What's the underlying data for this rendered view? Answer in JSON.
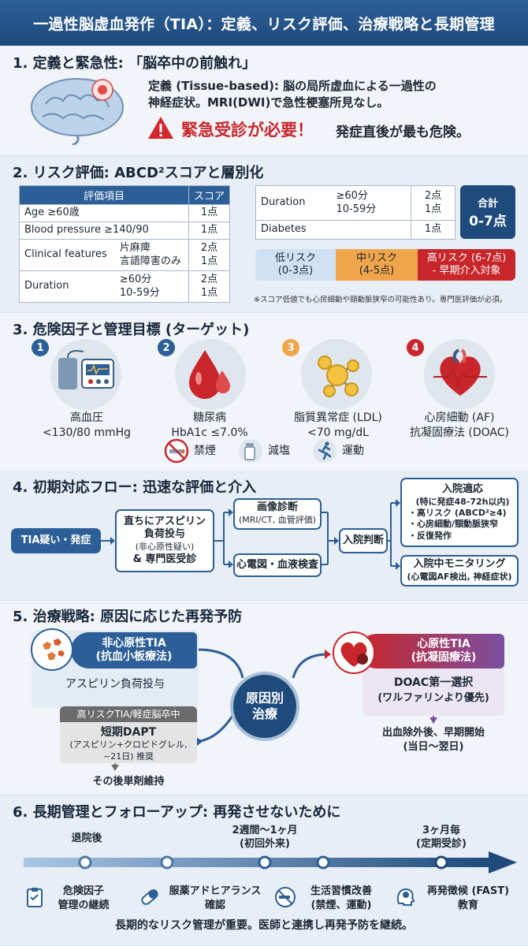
{
  "header": {
    "title": "一過性脳虚血発作（TIA）：定義、リスク評価、治療戦略と長期管理"
  },
  "s1": {
    "title": "1. 定義と緊急性: 「脳卒中の前触れ」",
    "def_line1": "定義 (Tissue-based): 脳の局所虚血による一過性の",
    "def_line2": "神経症状。MRI(DWI)で急性梗塞所見なし。",
    "urgent": "緊急受診が必要！",
    "urgent_tail": "発症直後が最も危険。"
  },
  "s2": {
    "title": "2. リスク評価: ABCD²スコアと層別化",
    "col_item": "評価項目",
    "col_score": "スコア",
    "r1_item": "Age ≥60歳",
    "r1_score": "1点",
    "r2_item": "Blood pressure ≥140/90",
    "r2_score": "1点",
    "r3_item": "Clinical features",
    "r3_sub1": "片麻痺",
    "r3_sub2": "言語障害のみ",
    "r3_s1": "2点",
    "r3_s2": "1点",
    "r4_item": "Duration",
    "r4_sub1": "≥60分",
    "r4_sub2": "10-59分",
    "r4_s1": "2点",
    "r4_s2": "1点",
    "t2_dur": "Duration",
    "t2_sub1": "≥60分",
    "t2_sub2": "10-59分",
    "t2_s1": "2点",
    "t2_s2": "1点",
    "t2_diab": "Diabetes",
    "t2_diab_s": "1点",
    "total_label": "合計",
    "total_value": "0-7点",
    "low_l1": "低リスク",
    "low_l2": "(0-3点)",
    "mid_l1": "中リスク",
    "mid_l2": "(4-5点)",
    "high_l1": "高リスク (6-7点)",
    "high_l2": "- 早期介入対象",
    "note": "※スコア低値でも心房細動や頸動脈狭窄の可能性あり。専門医評価が必須。"
  },
  "s3": {
    "title": "3. 危険因子と管理目標 (ターゲット)",
    "items": [
      {
        "num": "1",
        "name": "高血圧",
        "target": "<130/80 mmHg"
      },
      {
        "num": "2",
        "name": "糖尿病",
        "target": "HbA1c ≤7.0%"
      },
      {
        "num": "3",
        "name": "脂質異常症 (LDL)",
        "target": "<70 mg/dL"
      },
      {
        "num": "4",
        "name": "心房細動 (AF)",
        "target": "抗凝固療法 (DOAC)"
      }
    ],
    "life1": "禁煙",
    "life2": "減塩",
    "life3": "運動"
  },
  "s4": {
    "title": "4. 初期対応フロー: 迅速な評価と介入",
    "start": "TIA疑い・発症",
    "aspirin_l1": "直ちにアスピリン",
    "aspirin_l2": "負荷投与",
    "aspirin_l3": "(非心原性疑い)",
    "aspirin_l4": "& 専門医受診",
    "img_l1": "画像診断",
    "img_l2": "(MRI/CT, 血管評価)",
    "ecg": "心電図・血液検査",
    "judge": "入院判断",
    "adm_title": "入院適応",
    "adm_l1": "(特に発症48-72h以内)",
    "adm_l2": "・高リスク (ABCD²≥4)",
    "adm_l3": "・心房細動/頸動脈狭窄",
    "adm_l4": "・反復発作",
    "mon_l1": "入院中モニタリング",
    "mon_l2": "(心電図AF検出, 神経症状)"
  },
  "s5": {
    "title": "5. 治療戦略: 原因に応じた再発予防",
    "nc_l1": "非心原性TIA",
    "nc_l2": "(抗血小板療法)",
    "nc_body": "アスピリン負荷投与",
    "dapt_head": "高リスクTIA/軽症脳卒中",
    "dapt_l1": "短期DAPT",
    "dapt_l2": "(アスピリン+クロピドグレル,",
    "dapt_l3": "~21日) 推奨",
    "after": "その後単剤維持",
    "center_l1": "原因別",
    "center_l2": "治療",
    "c_l1": "心原性TIA",
    "c_l2": "(抗凝固療法)",
    "c_body1": "DOAC第一選択",
    "c_body2": "(ワルファリンより優先)",
    "c_after1": "出血除外後、早期開始",
    "c_after2": "(当日〜翌日)"
  },
  "s6": {
    "title": "6. 長期管理とフォローアップ: 再発させないために",
    "m1": "退院後",
    "m2_l1": "2週間〜1ヶ月",
    "m2_l2": "(初回外来)",
    "m3_l1": "3ヶ月毎",
    "m3_l2": "(定期受診)",
    "a1_l1": "危険因子",
    "a1_l2": "管理の継続",
    "a2_l1": "服薬アドヒアランス",
    "a2_l2": "確認",
    "a3_l1": "生活習慣改善",
    "a3_l2": "(禁煙、運動)",
    "a4_l1": "再発徴候 (FAST)",
    "a4_l2": "教育",
    "footer": "長期的なリスク管理が重要。医師と連携し再発予防を継続。"
  },
  "colors": {
    "navy": "#1e4a7c",
    "blue": "#2c5f97",
    "red": "#c8262b",
    "orange": "#f0a54a",
    "lightblue": "#cfe1f3"
  }
}
